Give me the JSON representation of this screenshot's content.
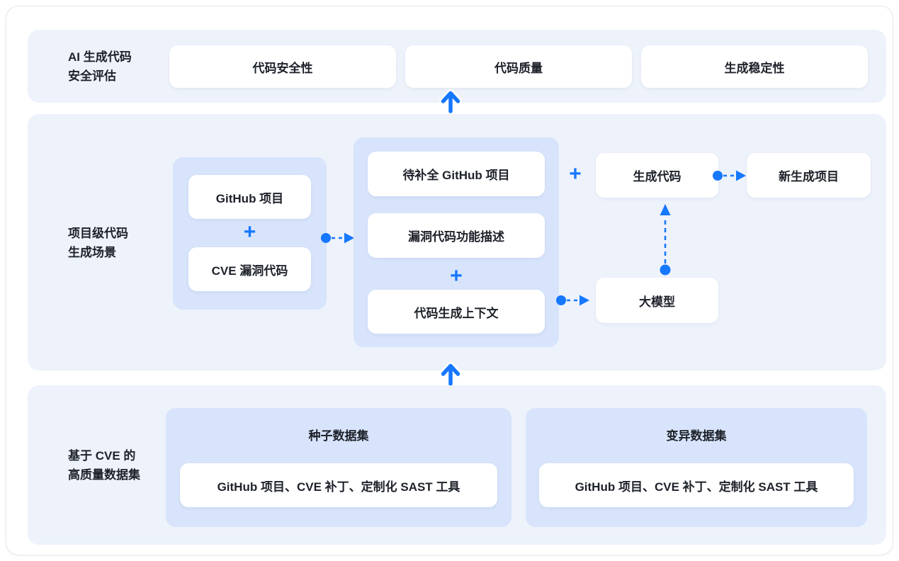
{
  "accent_color": "#1677FF",
  "colors": {
    "band_background": "#EDF2FB",
    "group_background": "#D7E4FB",
    "node_background": "#FFFFFF",
    "text": "#1D2129"
  },
  "sections": {
    "evaluation": {
      "label_line1": "AI 生成代码",
      "label_line2": "安全评估",
      "items": [
        "代码安全性",
        "代码质量",
        "生成稳定性"
      ]
    },
    "generation": {
      "label_line1": "项目级代码",
      "label_line2": "生成场景",
      "input_group": {
        "item1": "GitHub 项目",
        "plus": "+",
        "item2": "CVE 漏洞代码"
      },
      "context_group": {
        "item1": "待补全 GitHub 项目",
        "item2": "漏洞代码功能描述",
        "plus": "+",
        "item3": "代码生成上下文"
      },
      "merge_plus": "+",
      "generate_code": "生成代码",
      "new_project": "新生成项目",
      "llm": "大模型"
    },
    "dataset": {
      "label_line1": "基于 CVE 的",
      "label_line2": "高质量数据集",
      "groups": [
        {
          "title": "种子数据集",
          "content": "GitHub 项目、CVE 补丁、定制化 SAST 工具"
        },
        {
          "title": "变异数据集",
          "content": "GitHub 项目、CVE 补丁、定制化 SAST 工具"
        }
      ]
    }
  }
}
